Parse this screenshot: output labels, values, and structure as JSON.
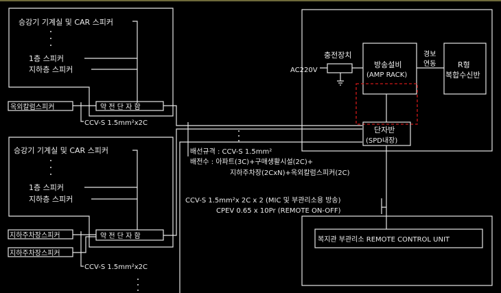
{
  "colors": {
    "background": "#000000",
    "line": "#e6e6e6",
    "highlight": "#d01818"
  },
  "upper_group": {
    "elevator_speaker": "승강기 기계실 및 CAR 스피커",
    "floor1_speaker": "1층 스피커",
    "basement_speaker": "지하층 스피커",
    "outdoor_speaker": "옥외칼럼스피커",
    "terminal_box": "약 전 단 자 함",
    "cable": "CCV-S 1.5mm²x2C"
  },
  "lower_group": {
    "elevator_speaker": "승강기 기계실 및 CAR 스피커",
    "floor1_speaker": "1층 스피커",
    "basement_speaker": "지하층 스피커",
    "parking_speaker_1": "지하주차장스피커",
    "parking_speaker_2": "지하주차장스피커",
    "terminal_box": "약 전 단 자 함",
    "cable": "CCV-S 1.5mm²x2C"
  },
  "equipment": {
    "ac_input": "AC220V",
    "charger": "충전장치",
    "amp_title": "방송설비",
    "amp_sub": "(AMP  RACK)",
    "alarm_link_1": "경보",
    "alarm_link_2": "연동",
    "receiver_title": "R형",
    "receiver_sub": "복합수신반",
    "terminal_panel_title": "단자반",
    "terminal_panel_sub": "(SPD내장)"
  },
  "wiring_notes": {
    "spec": "배선규격 : CCV-S 1.5mm²",
    "count_1": "배전수 : 아파트(3C)+구매생활시설(2C)+",
    "count_2": "지하주차장(2CxN)+옥외칼럼스피커(2C)",
    "remote_cable_1": "CCV-S 1.5mm²x 2C x 2 (MIC 및 부관리소용 방송)",
    "remote_cable_2": "CPEV 0.65 x 10Pr (REMOTE ON-OFF)"
  },
  "remote_unit": {
    "label": "복지관 부관리소 REMOTE CONTROL UNIT"
  }
}
